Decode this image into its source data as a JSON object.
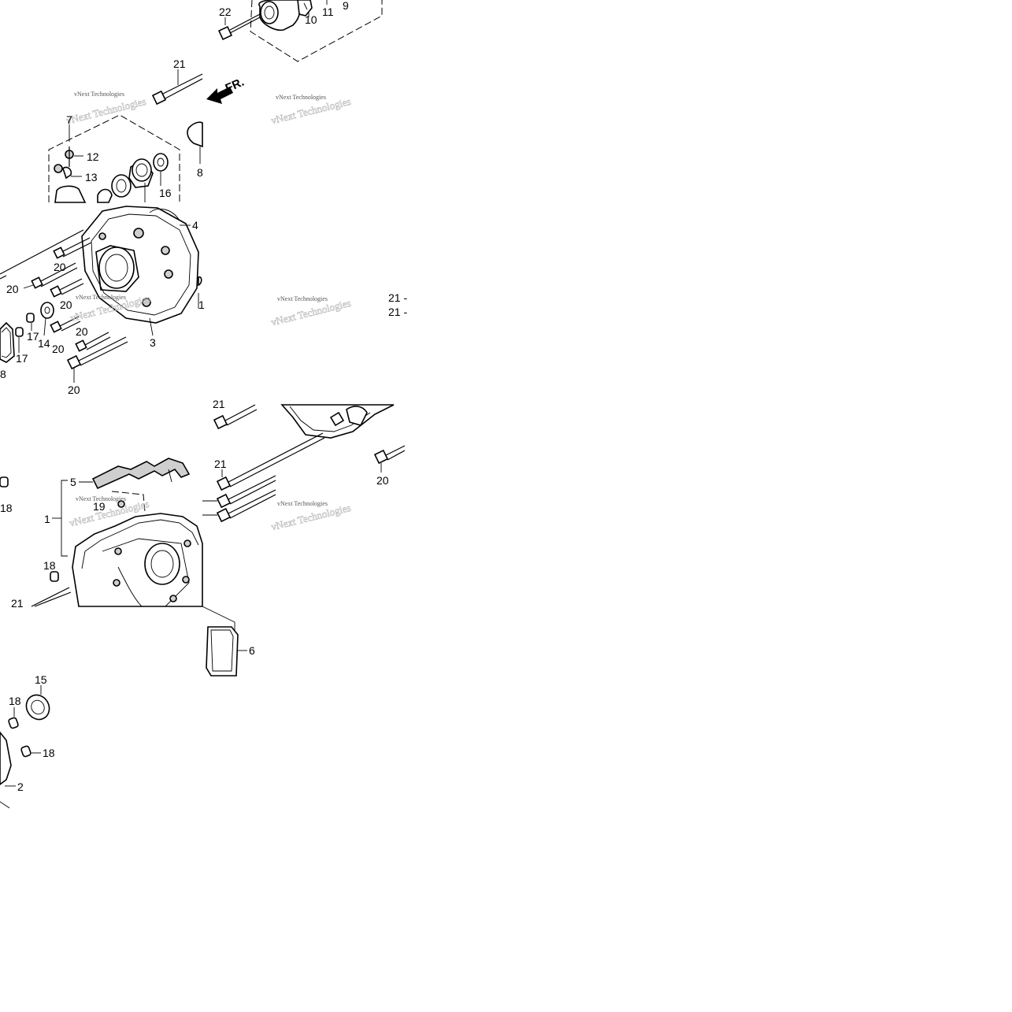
{
  "diagram": {
    "direction_marker": "FR.",
    "watermark": "vNext Technologies",
    "watermark_outline": "vNext Technologies",
    "callouts": {
      "c22": "22",
      "c10": "10",
      "c11": "11",
      "c9": "9",
      "c21a": "21",
      "c7": "7",
      "c12": "12",
      "c13": "13",
      "c16": "16",
      "c8": "8",
      "c4": "4",
      "c20a": "20",
      "c20b": "20",
      "c20c": "20",
      "c1a": "1",
      "c17a": "17",
      "c17b": "17",
      "c14": "14",
      "c20d": "20",
      "c20e": "20",
      "c3": "3",
      "c8b": "8",
      "c20f": "20",
      "c21b": "21 -",
      "c21c": "21 -",
      "c21d": "21",
      "c20g": "20",
      "c21e": "21",
      "c18a": "18",
      "c5": "5",
      "c19": "19",
      "c1b": "1",
      "c18b": "18",
      "c21f": "21",
      "c6": "6",
      "c15": "15",
      "c18c": "18",
      "c18d": "18",
      "c2": "2"
    }
  }
}
